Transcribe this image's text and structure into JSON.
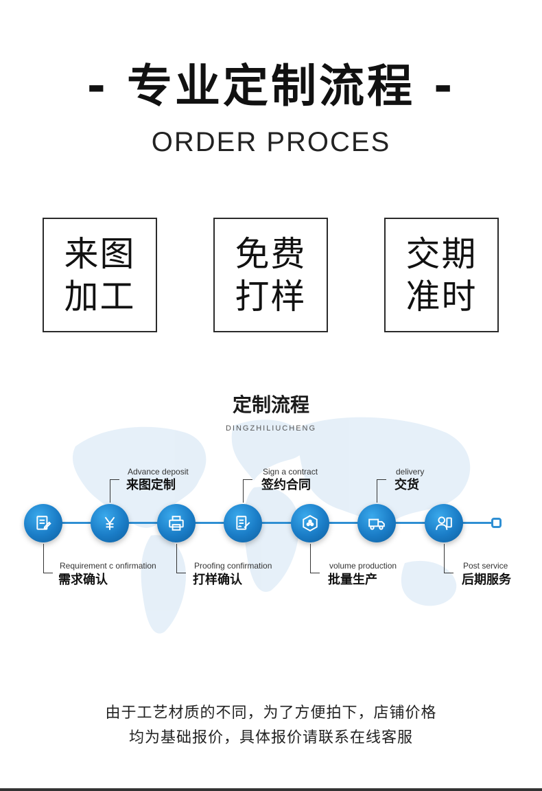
{
  "header": {
    "title": "- 专业定制流程 -",
    "subtitle": "ORDER PROCES"
  },
  "features": [
    {
      "line1": "来图",
      "line2": "加工"
    },
    {
      "line1": "免费",
      "line2": "打样"
    },
    {
      "line1": "交期",
      "line2": "准时"
    }
  ],
  "process": {
    "title": "定制流程",
    "subtitle": "DINGZHILIUCHENG",
    "accent_color": "#2f8fd3",
    "steps": [
      {
        "en": "Requirement c onfirmation",
        "zh": "需求确认",
        "icon": "document-edit-icon",
        "position": "below"
      },
      {
        "en": "Advance deposit",
        "zh": "来图定制",
        "icon": "yen-icon",
        "position": "above"
      },
      {
        "en": "Proofing confirmation",
        "zh": "打样确认",
        "icon": "printer-icon",
        "position": "below"
      },
      {
        "en": "Sign a contract",
        "zh": "签约合同",
        "icon": "contract-sign-icon",
        "position": "above"
      },
      {
        "en": "volume production",
        "zh": "批量生产",
        "icon": "production-hexagon-icon",
        "position": "below"
      },
      {
        "en": "delivery",
        "zh": "交货",
        "icon": "delivery-truck-icon",
        "position": "above"
      },
      {
        "en": "Post service",
        "zh": "后期服务",
        "icon": "customer-service-icon",
        "position": "below"
      }
    ]
  },
  "footer": {
    "note_line1": "由于工艺材质的不同，为了方便拍下，店铺价格",
    "note_line2": "均为基础报价，具体报价请联系在线客服"
  }
}
